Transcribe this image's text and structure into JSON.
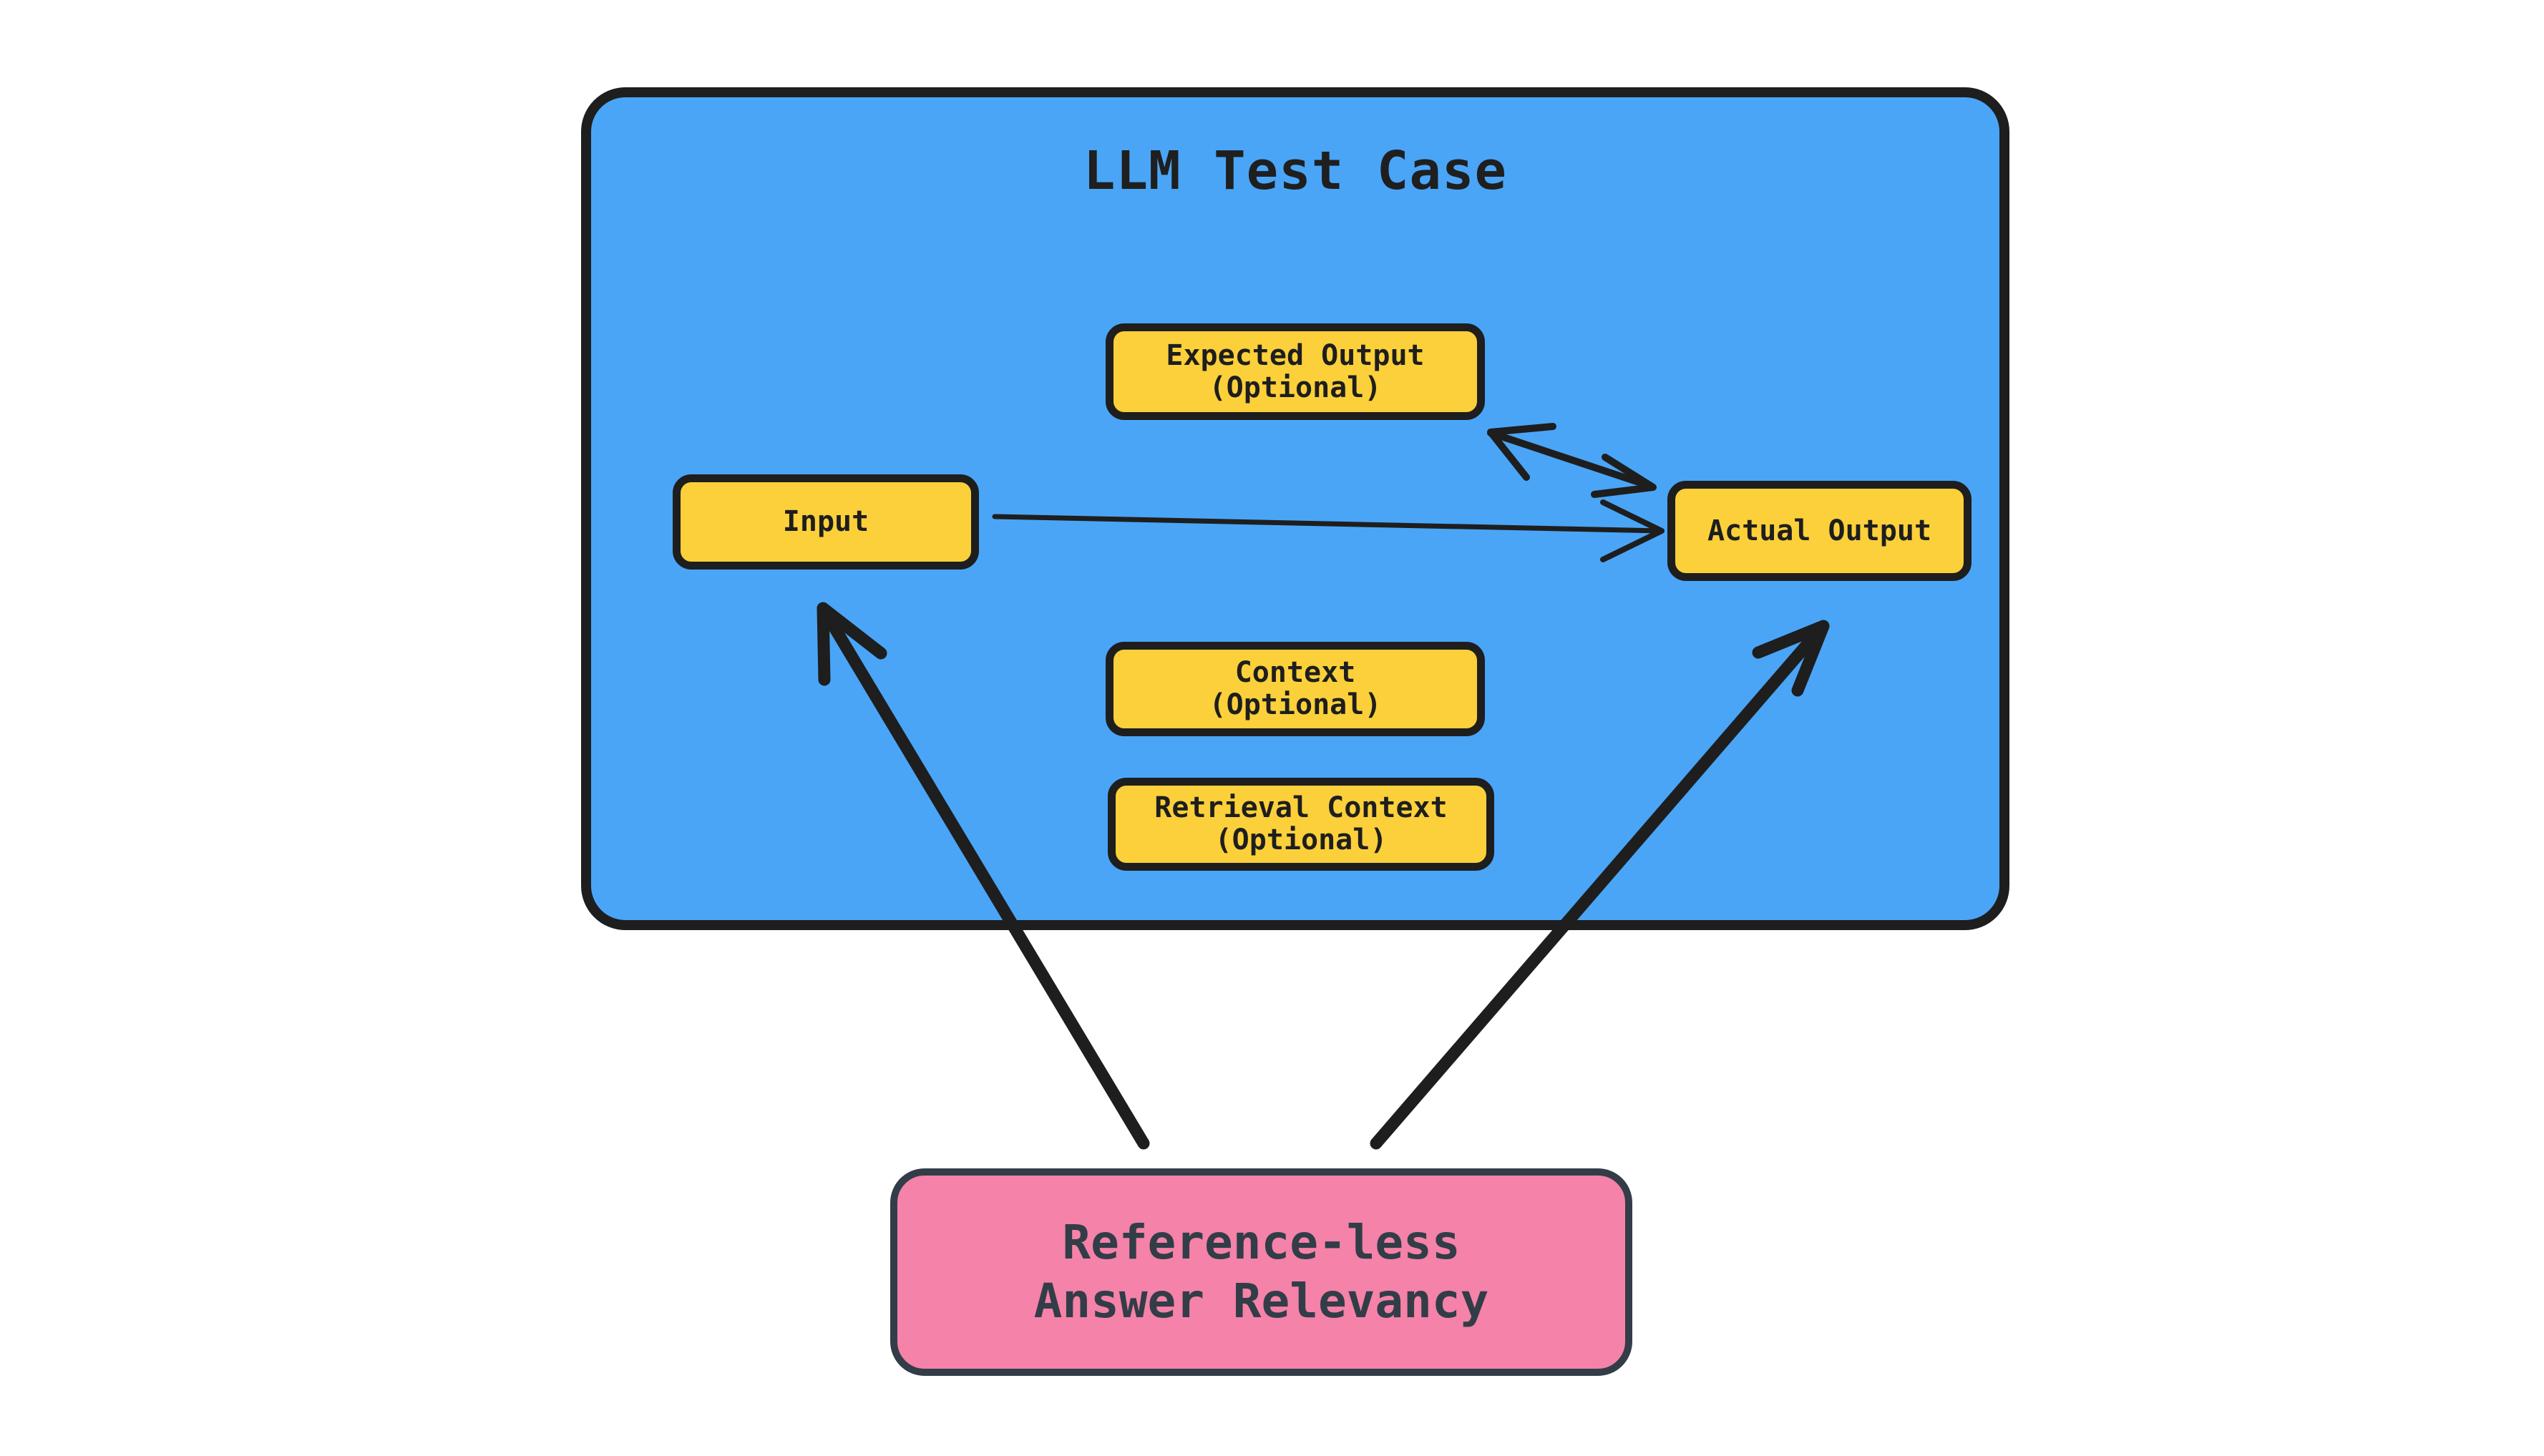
{
  "diagram": {
    "title": "LLM Test Case",
    "background": "#ffffff",
    "container_color": "#4aa5f7",
    "node_color": "#fbd03a",
    "metric_color": "#f582a8",
    "stroke_color": "#1e1e1e",
    "metric_stroke_color": "#323d47"
  },
  "nodes": {
    "input": {
      "label": "Input"
    },
    "actual_output": {
      "label": "Actual Output"
    },
    "expected_output": {
      "line1": "Expected Output",
      "line2": "(Optional)"
    },
    "context": {
      "line1": "Context",
      "line2": "(Optional)"
    },
    "retrieval_context": {
      "line1": "Retrieval Context",
      "line2": "(Optional)"
    }
  },
  "metric": {
    "line1": "Reference-less",
    "line2": "Answer Relevancy"
  },
  "edges": [
    {
      "name": "input-to-actual-output",
      "from": "input",
      "to": "actual_output",
      "style": "thin",
      "heads": "single"
    },
    {
      "name": "expected-output-actual-output",
      "from": "expected_output",
      "to": "actual_output",
      "style": "thin",
      "heads": "double"
    },
    {
      "name": "metric-to-input",
      "from": "metric",
      "to": "input",
      "style": "thick",
      "heads": "single"
    },
    {
      "name": "metric-to-actual-output",
      "from": "metric",
      "to": "actual_output",
      "style": "thick",
      "heads": "single"
    }
  ]
}
